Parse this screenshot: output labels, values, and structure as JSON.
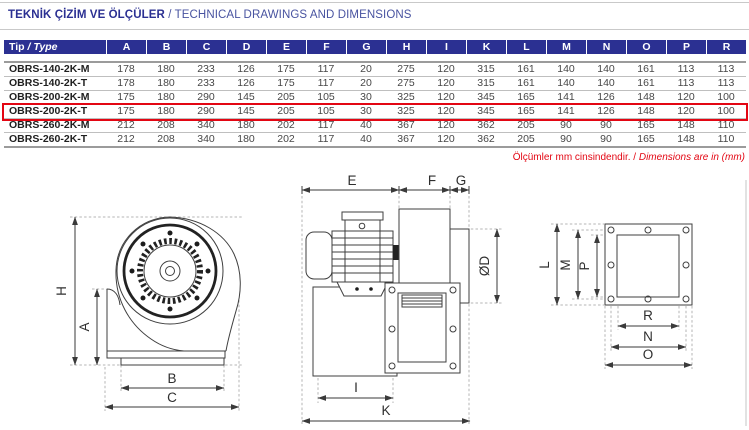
{
  "page": {
    "title_tr": "TEKNİK ÇİZİM VE ÖLÇÜLER",
    "title_sep": " / ",
    "title_en": "TECHNICAL DRAWINGS AND DIMENSIONS",
    "note_tr": "Ölçümler mm cinsindendir.",
    "note_sep": " / ",
    "note_en": "Dimensions are in (mm)"
  },
  "table": {
    "type_header_tr": "Tip",
    "type_header_sep": " / ",
    "type_header_en": "Type",
    "dim_headers": [
      "A",
      "B",
      "C",
      "D",
      "E",
      "F",
      "G",
      "H",
      "I",
      "K",
      "L",
      "M",
      "N",
      "O",
      "P",
      "R"
    ],
    "rows": [
      {
        "type": "OBRS-140-2K-M",
        "highlighted": false,
        "values": [
          178,
          180,
          233,
          126,
          175,
          117,
          20,
          275,
          120,
          315,
          161,
          140,
          140,
          161,
          113,
          113
        ]
      },
      {
        "type": "OBRS-140-2K-T",
        "highlighted": false,
        "values": [
          178,
          180,
          233,
          126,
          175,
          117,
          20,
          275,
          120,
          315,
          161,
          140,
          140,
          161,
          113,
          113
        ]
      },
      {
        "type": "OBRS-200-2K-M",
        "highlighted": false,
        "values": [
          175,
          180,
          290,
          145,
          205,
          105,
          30,
          325,
          120,
          345,
          165,
          141,
          126,
          148,
          120,
          100
        ]
      },
      {
        "type": "OBRS-200-2K-T",
        "highlighted": true,
        "values": [
          175,
          180,
          290,
          145,
          205,
          105,
          30,
          325,
          120,
          345,
          165,
          141,
          126,
          148,
          120,
          100
        ]
      },
      {
        "type": "OBRS-260-2K-M",
        "highlighted": false,
        "values": [
          212,
          208,
          340,
          180,
          202,
          117,
          40,
          367,
          120,
          362,
          205,
          90,
          90,
          165,
          148,
          110
        ]
      },
      {
        "type": "OBRS-260-2K-T",
        "highlighted": false,
        "values": [
          212,
          208,
          340,
          180,
          202,
          117,
          40,
          367,
          120,
          362,
          205,
          90,
          90,
          165,
          148,
          110
        ]
      }
    ]
  },
  "drawing_labels": {
    "h": "H",
    "a": "A",
    "b": "B",
    "c": "C",
    "e": "E",
    "f": "F",
    "g": "G",
    "od": "ØD",
    "i": "I",
    "k": "K",
    "l": "L",
    "m": "M",
    "p": "P",
    "r": "R",
    "n": "N",
    "o": "O"
  },
  "colors": {
    "navy": "#2b3092",
    "red": "#e30613"
  }
}
